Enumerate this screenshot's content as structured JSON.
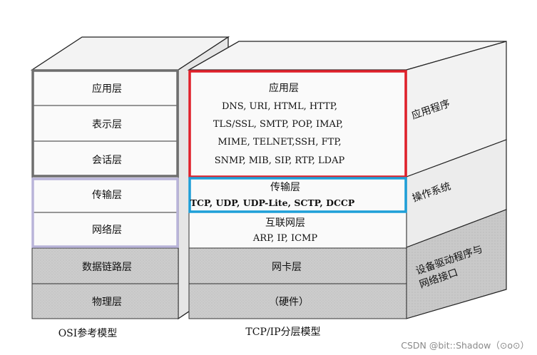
{
  "osi_model": {
    "caption": "OSI参考模型",
    "layers": [
      "应用层",
      "表示层",
      "会话层",
      "传输层",
      "网络层",
      "数据链路层",
      "物理层"
    ]
  },
  "tcpip_model": {
    "caption": "TCP/IP分层模型",
    "application": {
      "title": "应用层",
      "protocol_lines": [
        "DNS, URI, HTML, HTTP,",
        "TLS/SSL, SMTP, POP, IMAP,",
        "MIME, TELNET,SSH, FTP,",
        "SNMP, MIB, SIP, RTP, LDAP"
      ]
    },
    "transport": {
      "title": "传输层",
      "protocols": "TCP, UDP, UDP-Lite, SCTP, DCCP"
    },
    "internet": {
      "title": "互联网层",
      "protocols": "ARP, IP, ICMP"
    },
    "link": {
      "title": "网卡层"
    },
    "physical": {
      "title": "（硬件）"
    }
  },
  "side_labels": {
    "application_program": "应用程序",
    "operating_system": "操作系统",
    "driver_line1": "设备驱动程序与",
    "driver_line2": "网络接口"
  },
  "highlight_colors": {
    "osi_upper_box": "#6e6e6e",
    "osi_middle_box": "#b9b4d9",
    "application_box": "#e0202a",
    "transport_box": "#1e9fd8"
  },
  "fill_colors": {
    "light": "#f9f9f9",
    "gray": "#cfcfcf",
    "side": "#e4e4e4"
  },
  "watermark": "CSDN @bit::Shadow（⊙o⊙）"
}
